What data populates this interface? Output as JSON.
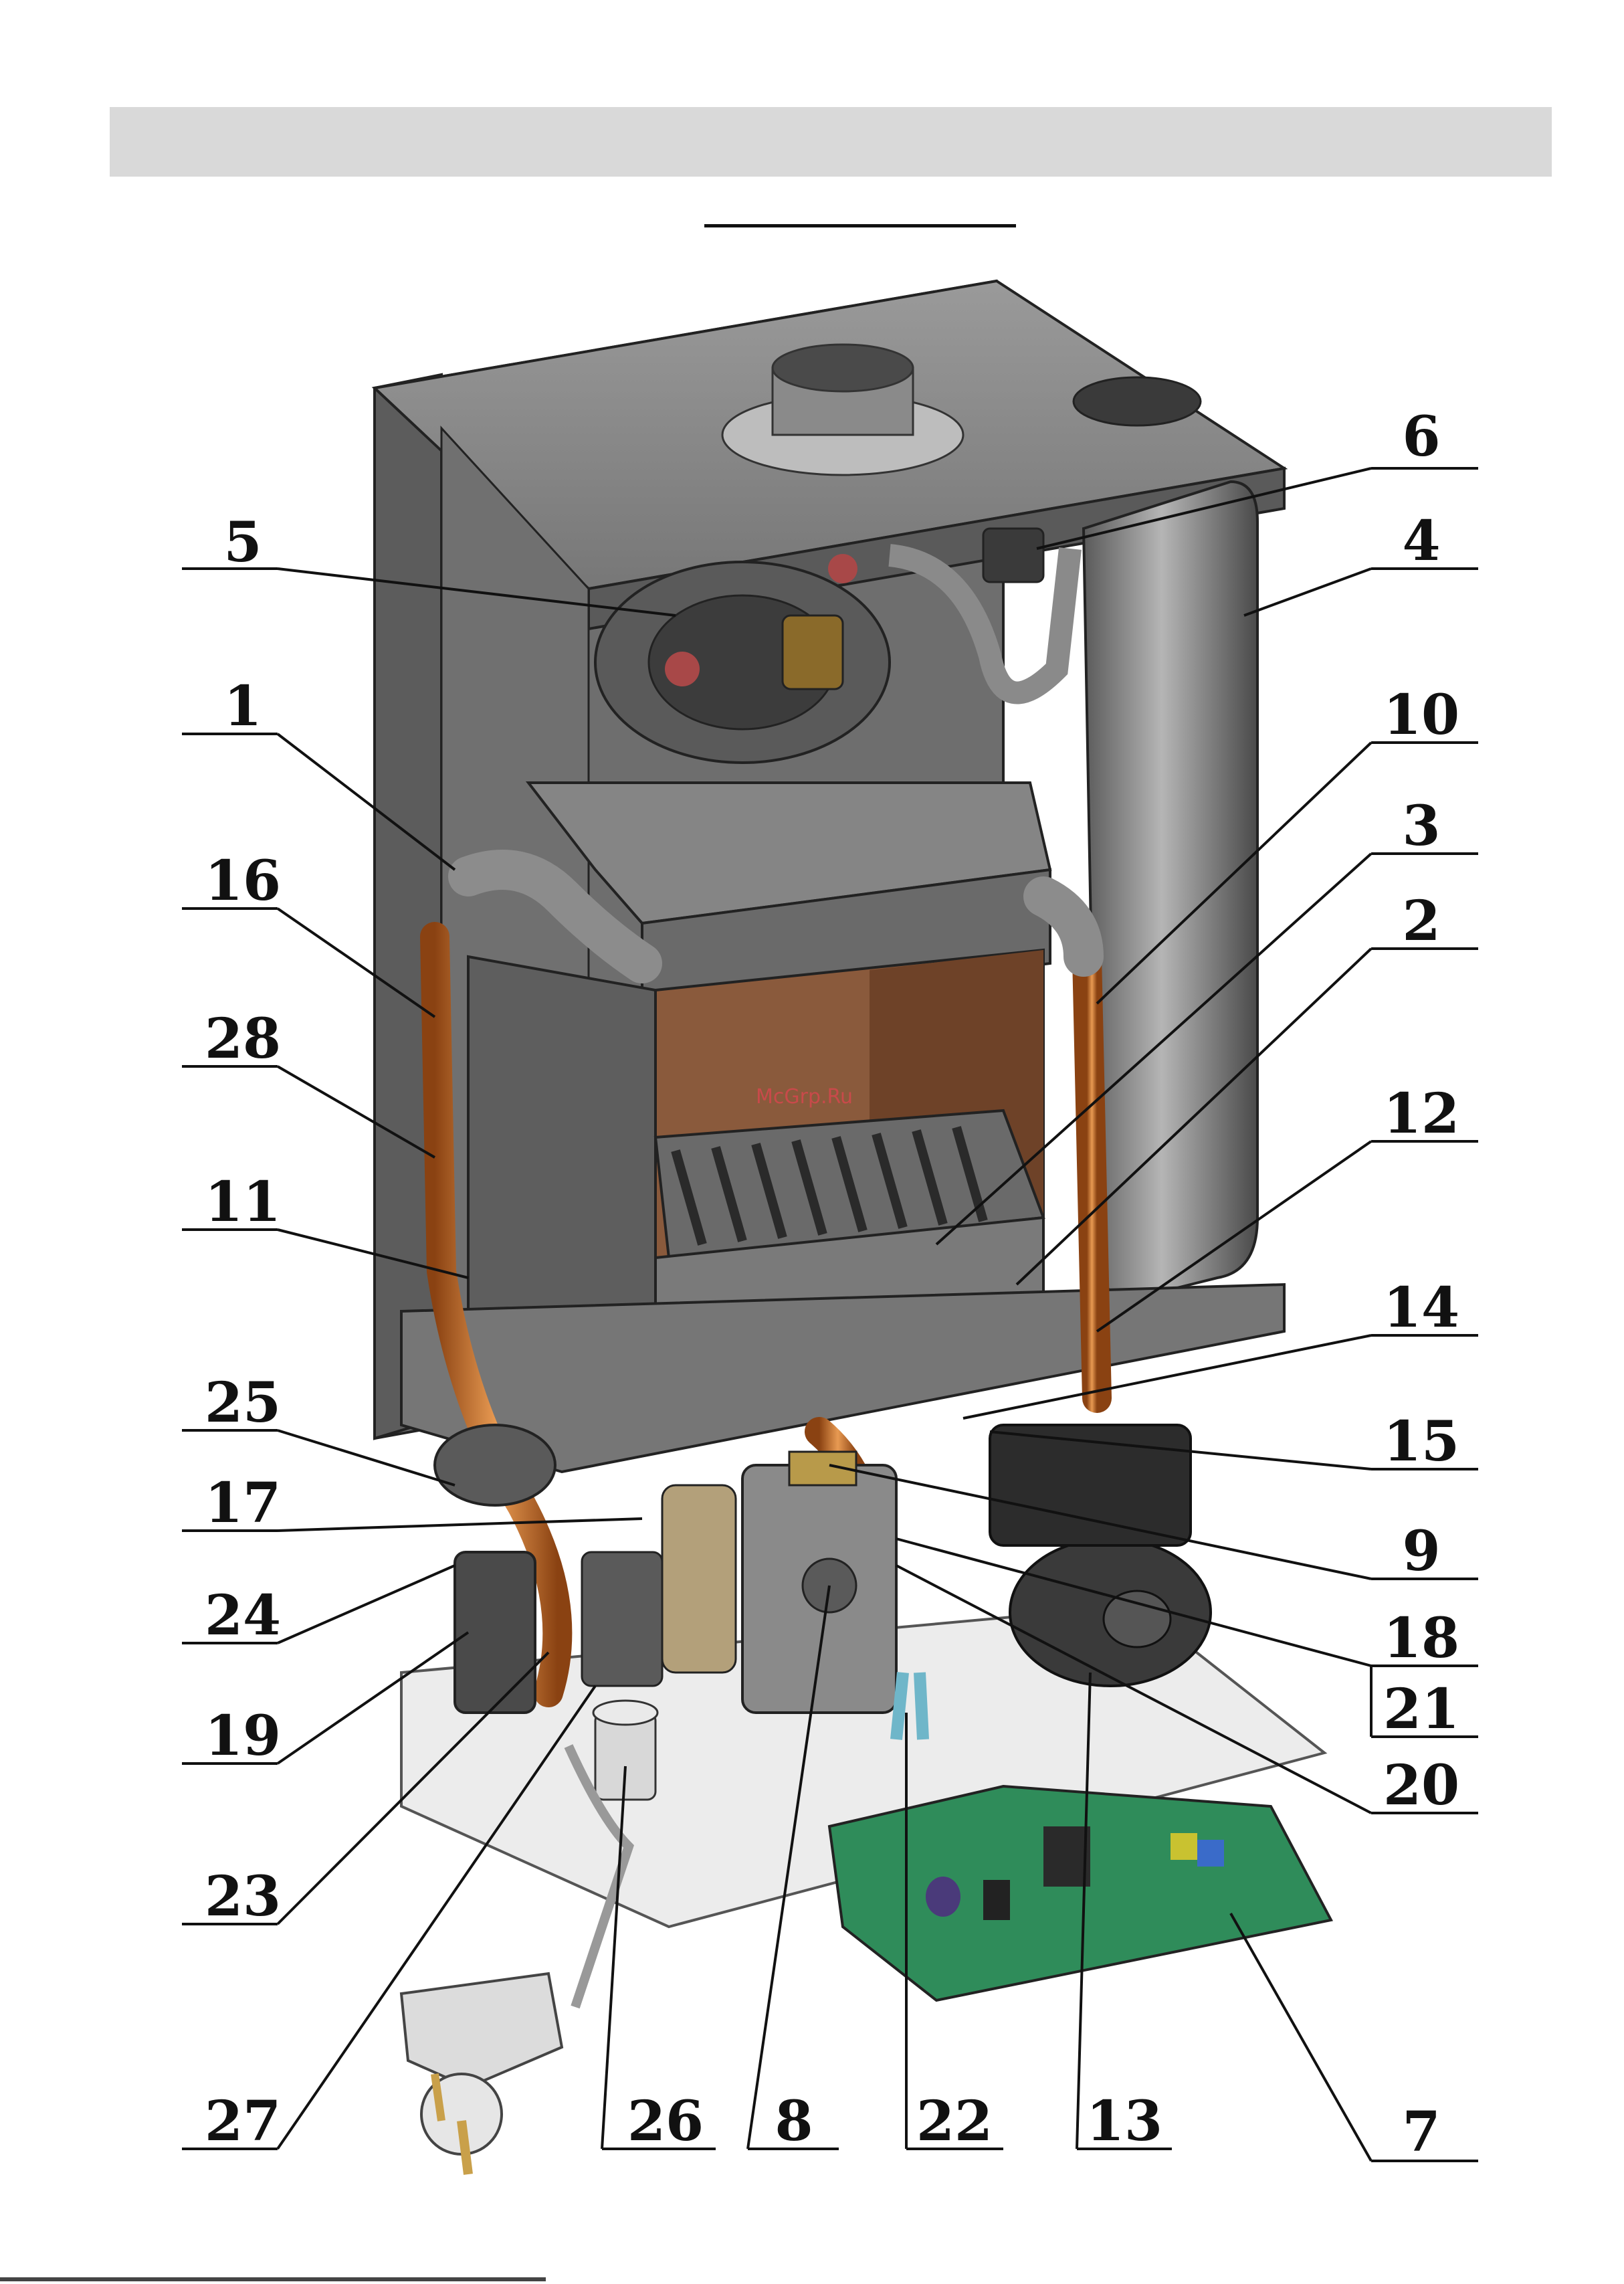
{
  "header": {
    "bar_color": "#d9d9d9"
  },
  "watermark": {
    "text": "McGrp.Ru",
    "color": "#c84a4a"
  },
  "callouts": [
    {
      "id": "5",
      "text": "5"
    },
    {
      "id": "6",
      "text": "6"
    },
    {
      "id": "4",
      "text": "4"
    },
    {
      "id": "1",
      "text": "1"
    },
    {
      "id": "10",
      "text": "10"
    },
    {
      "id": "3",
      "text": "3"
    },
    {
      "id": "16",
      "text": "16"
    },
    {
      "id": "2",
      "text": "2"
    },
    {
      "id": "28",
      "text": "28"
    },
    {
      "id": "12",
      "text": "12"
    },
    {
      "id": "11",
      "text": "11"
    },
    {
      "id": "14",
      "text": "14"
    },
    {
      "id": "25",
      "text": "25"
    },
    {
      "id": "15",
      "text": "15"
    },
    {
      "id": "17",
      "text": "17"
    },
    {
      "id": "9",
      "text": "9"
    },
    {
      "id": "24",
      "text": "24"
    },
    {
      "id": "18",
      "text": "18"
    },
    {
      "id": "21",
      "text": "21"
    },
    {
      "id": "19",
      "text": "19"
    },
    {
      "id": "20",
      "text": "20"
    },
    {
      "id": "23",
      "text": "23"
    },
    {
      "id": "27",
      "text": "27"
    },
    {
      "id": "26",
      "text": "26"
    },
    {
      "id": "8",
      "text": "8"
    },
    {
      "id": "22",
      "text": "22"
    },
    {
      "id": "13",
      "text": "13"
    },
    {
      "id": "7",
      "text": "7"
    }
  ],
  "colors": {
    "casing": "#7d7d7d",
    "casing_dark": "#565656",
    "casing_light": "#a8a8a8",
    "copper": "#c8702a",
    "chamber": "#8a5a3c",
    "pcb": "#2f8c5a",
    "base": "#ececec"
  }
}
